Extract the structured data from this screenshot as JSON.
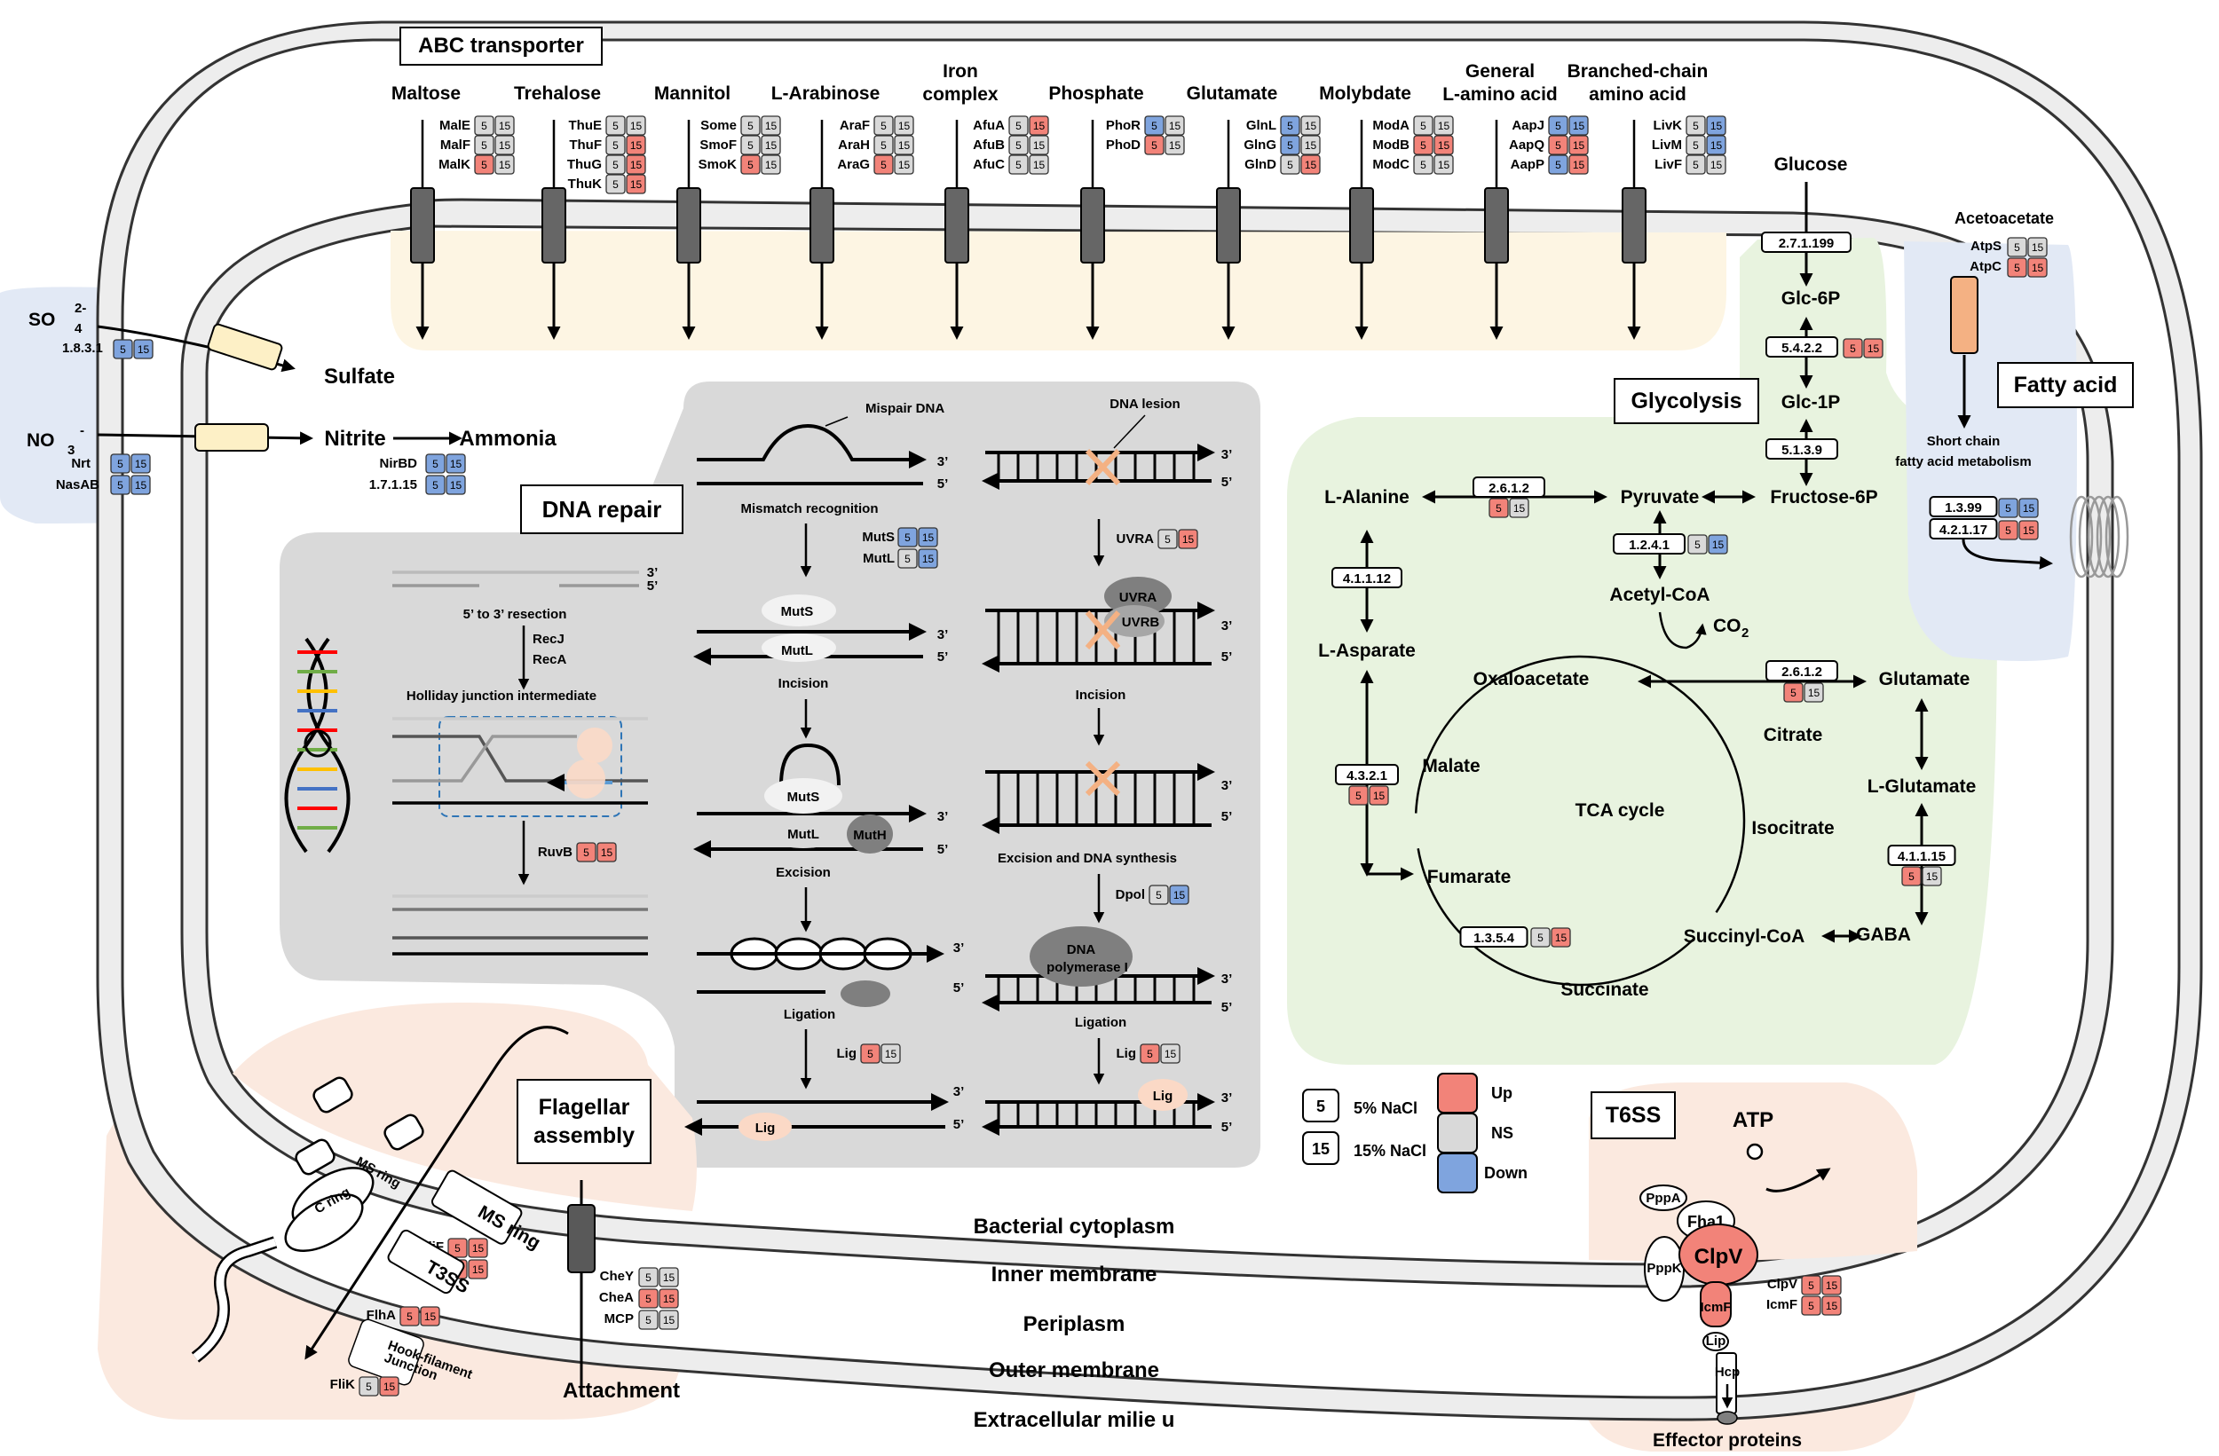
{
  "colors": {
    "up": "#f28379",
    "ns": "#d9d9d9",
    "down": "#7fa4de",
    "cytoplasm_box": "#d9d9d9",
    "glycolysis_bg": "#e8f3df",
    "fatty_bg": "#e2e9f5",
    "abc_bg": "#fdf5e3",
    "flagella_bg": "#fbe9df",
    "membrane": "#ededed"
  },
  "sections": {
    "abc": "ABC transporter",
    "dna_repair": "DNA repair",
    "glycolysis": "Glycolysis",
    "fatty_acid": "Fatty acid",
    "flagellar": [
      "Flagellar",
      "assembly"
    ],
    "t6ss": "T6SS"
  },
  "abc": [
    {
      "title": [
        "Maltose"
      ],
      "genes": [
        {
          "n": "MalE",
          "a": "ns",
          "b": "ns"
        },
        {
          "n": "MalF",
          "a": "ns",
          "b": "ns"
        },
        {
          "n": "MalK",
          "a": "up",
          "b": "ns"
        }
      ]
    },
    {
      "title": [
        "Trehalose"
      ],
      "genes": [
        {
          "n": "ThuE",
          "a": "ns",
          "b": "ns"
        },
        {
          "n": "ThuF",
          "a": "ns",
          "b": "up"
        },
        {
          "n": "ThuG",
          "a": "ns",
          "b": "up"
        },
        {
          "n": "ThuK",
          "a": "ns",
          "b": "up"
        }
      ]
    },
    {
      "title": [
        "Mannitol"
      ],
      "genes": [
        {
          "n": "Some",
          "a": "ns",
          "b": "ns"
        },
        {
          "n": "SmoF",
          "a": "ns",
          "b": "ns"
        },
        {
          "n": "SmoK",
          "a": "up",
          "b": "ns"
        }
      ]
    },
    {
      "title": [
        "L-Arabinose"
      ],
      "genes": [
        {
          "n": "AraF",
          "a": "ns",
          "b": "ns"
        },
        {
          "n": "AraH",
          "a": "ns",
          "b": "ns"
        },
        {
          "n": "AraG",
          "a": "up",
          "b": "ns"
        }
      ]
    },
    {
      "title": [
        "Iron",
        "complex"
      ],
      "genes": [
        {
          "n": "AfuA",
          "a": "ns",
          "b": "up"
        },
        {
          "n": "AfuB",
          "a": "ns",
          "b": "ns"
        },
        {
          "n": "AfuC",
          "a": "ns",
          "b": "ns"
        }
      ]
    },
    {
      "title": [
        "Phosphate"
      ],
      "genes": [
        {
          "n": "PhoR",
          "a": "down",
          "b": "ns"
        },
        {
          "n": "PhoD",
          "a": "up",
          "b": "ns"
        }
      ]
    },
    {
      "title": [
        "Glutamate"
      ],
      "genes": [
        {
          "n": "GlnL",
          "a": "down",
          "b": "ns"
        },
        {
          "n": "GlnG",
          "a": "down",
          "b": "ns"
        },
        {
          "n": "GlnD",
          "a": "ns",
          "b": "up"
        }
      ]
    },
    {
      "title": [
        "Molybdate"
      ],
      "genes": [
        {
          "n": "ModA",
          "a": "ns",
          "b": "ns"
        },
        {
          "n": "ModB",
          "a": "up",
          "b": "up"
        },
        {
          "n": "ModC",
          "a": "ns",
          "b": "ns"
        }
      ]
    },
    {
      "title": [
        "General",
        "L-amino acid"
      ],
      "genes": [
        {
          "n": "AapJ",
          "a": "down",
          "b": "down"
        },
        {
          "n": "AapQ",
          "a": "up",
          "b": "up"
        },
        {
          "n": "AapP",
          "a": "down",
          "b": "up"
        }
      ]
    },
    {
      "title": [
        "Branched-chain",
        "amino acid"
      ],
      "genes": [
        {
          "n": "LivK",
          "a": "ns",
          "b": "down"
        },
        {
          "n": "LivM",
          "a": "ns",
          "b": "down"
        },
        {
          "n": "LivF",
          "a": "ns",
          "b": "ns"
        }
      ]
    }
  ],
  "nitrogen": {
    "so4": "SO",
    "so4_sub": "4",
    "so4_sup": "2-",
    "ec_sulf": "1.8.3.1",
    "sulfate": "Sulfate",
    "no3": "NO",
    "no3_sub": "3",
    "no3_sup": "-",
    "nrt": "Nrt",
    "nasab": "NasAB",
    "nitrite": "Nitrite",
    "ammonia": "Ammonia",
    "nirbd": "NirBD",
    "ec_nir": "1.7.1.15"
  },
  "repair": {
    "mispair": "Mispair DNA",
    "mismatch": "Mismatch recognition",
    "muts_g": "MutS",
    "mutl_g": "MutL",
    "muts": "MutS",
    "mutl": "MutL",
    "incision": "Incision",
    "excision": "Excision",
    "muth": "MutH",
    "ligation": "Ligation",
    "lig": "Lig",
    "resection": "5’ to 3’ resection",
    "recj": "RecJ",
    "reca": "RecA",
    "holliday": "Holliday junction intermediate",
    "ruvb": "RuvB",
    "lesion": "DNA lesion",
    "uvra": "UVRA",
    "uvrb": "UVRB",
    "incision2": "Incision",
    "excision2": "Excision and DNA synthesis",
    "dpol": "Dpol",
    "polymerase": [
      "DNA",
      "polymerase I"
    ],
    "ligation2": "Ligation",
    "p3": "3’",
    "p5": "5’"
  },
  "glyco": {
    "glucose": "Glucose",
    "ec1": "2.7.1.199",
    "glc6p": "Glc-6P",
    "ec2": "5.4.2.2",
    "glc1p": "Glc-1P",
    "ec3": "5.1.3.9",
    "fru6p": "Fructose-6P",
    "pyruvate": "Pyruvate",
    "ec_ala": "2.6.1.2",
    "lalanine": "L-Alanine",
    "ec4": "1.2.4.1",
    "acetyl": "Acetyl-CoA",
    "co2": "CO",
    "co2_sub": "2",
    "ec5": "4.1.1.12",
    "lasp": "L-Asparate",
    "oxalo": "Oxaloacetate",
    "ec6": "2.6.1.2",
    "glutamate": "Glutamate",
    "citrate": "Citrate",
    "malate": "Malate",
    "tca": "TCA cycle",
    "isocitrate": "Isocitrate",
    "ec7": "4.3.2.1",
    "lglut": "L-Glutamate",
    "fumarate": "Fumarate",
    "ec8": "4.1.1.15",
    "ec9": "1.3.5.4",
    "succoa": "Succinyl-CoA",
    "gaba": "GABA",
    "succinate": "Succinate"
  },
  "fatty": {
    "acetoacetate": "Acetoacetate",
    "atps": "AtpS",
    "atpc": "AtpC",
    "short": [
      "Short chain",
      "fatty acid metabolism"
    ],
    "ec1": "1.3.99",
    "ec2": "4.2.1.17"
  },
  "legend": {
    "five": "5",
    "fifteen": "15",
    "five_l": "5% NaCl",
    "fifteen_l": "15% NaCl",
    "up": "Up",
    "ns": "NS",
    "down": "Down"
  },
  "flag": {
    "msring_tag": "MS ring",
    "msring_label": "MS ring",
    "flif": "FliF",
    "flii": "FliI",
    "t3ss": "T3SS",
    "flha": "FlhA",
    "hook": [
      "Hook-filament",
      "Junction"
    ],
    "flik": "FliK",
    "chey": "CheY",
    "chea": "CheA",
    "mcp": "MCP",
    "attachment": "Attachment",
    "cring": "C ring"
  },
  "t6": {
    "atp": "ATP",
    "pppa": "PppA",
    "fha1": "Fha1",
    "pppk": "PppK",
    "clpv_big": "ClpV",
    "icmf_s": "IcmF",
    "lip": "Lip",
    "hcp": "Hcp",
    "effector": "Effector proteins",
    "clpv": "ClpV",
    "icmf": "IcmF"
  },
  "membranes": {
    "cytoplasm": "Bacterial cytoplasm",
    "inner": "Inner membrane",
    "peri": "Periplasm",
    "outer": "Outer membrane",
    "extra": "Extracellular milie u"
  }
}
